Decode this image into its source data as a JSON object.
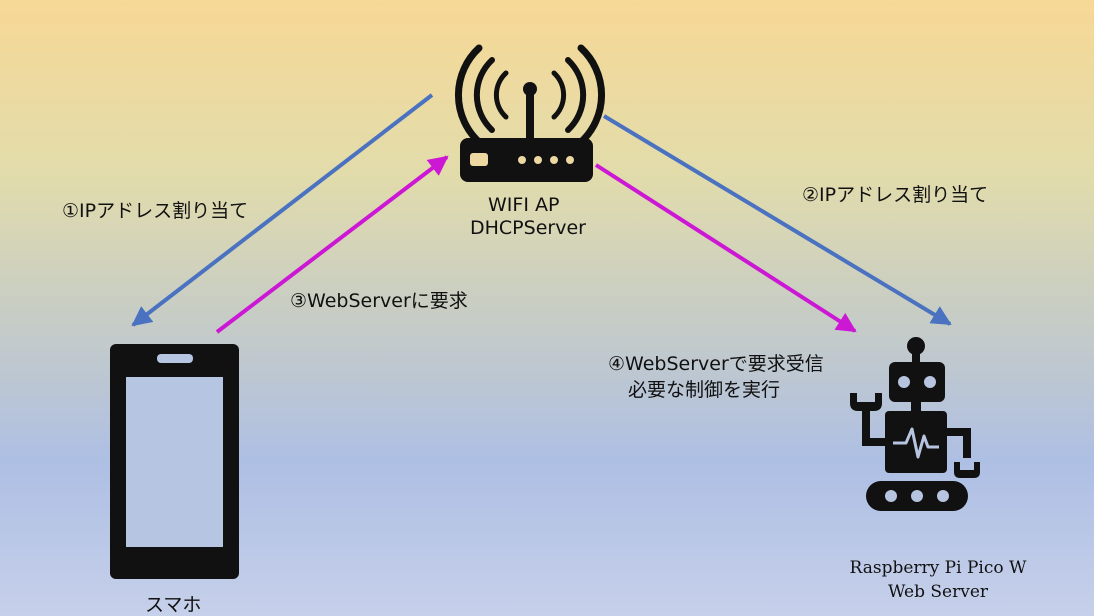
{
  "router": {
    "line1": "WIFI AP",
    "line2": "DHCPServer"
  },
  "phone": {
    "label": "スマホ"
  },
  "pico": {
    "line1": "Raspberry Pi Pico W",
    "line2": "Web Server"
  },
  "steps": {
    "s1": "①IPアドレス割り当て",
    "s2": "②IPアドレス割り当て",
    "s3": "③WebServerに要求",
    "s4_line1": "④WebServerで要求受信",
    "s4_line2": "必要な制御を実行"
  },
  "colors": {
    "blue_arrow": "#4a72c0",
    "magenta_arrow": "#cc18d4",
    "icon": "#111111"
  }
}
